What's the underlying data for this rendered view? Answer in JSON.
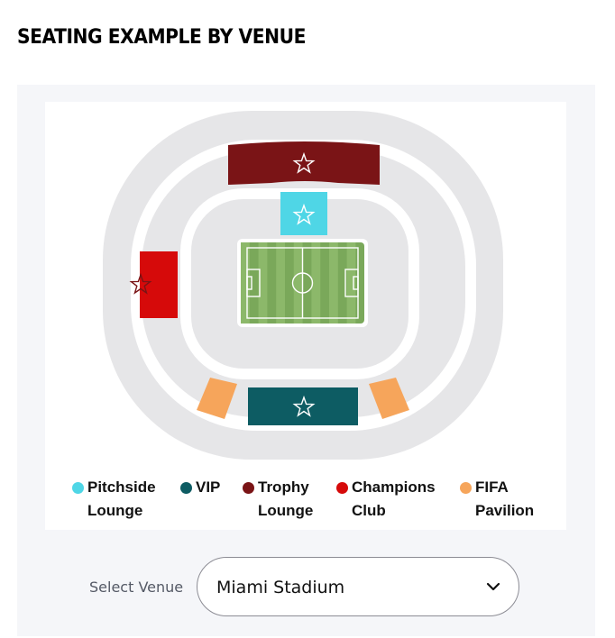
{
  "page": {
    "title": "SEATING EXAMPLE BY VENUE"
  },
  "seating_map": {
    "zones": [
      {
        "id": "trophy-lounge",
        "name": "Trophy Lounge",
        "color": "#7a1416",
        "icon": "star-icon"
      },
      {
        "id": "pitchside-lounge",
        "name": "Pitchside Lounge",
        "color": "#4fd6e6",
        "icon": "star-icon"
      },
      {
        "id": "champions-club",
        "name": "Champions Club",
        "color": "#d60a0a",
        "icon": "star-icon"
      },
      {
        "id": "vip",
        "name": "VIP",
        "color": "#0d5c63",
        "icon": "star-icon"
      },
      {
        "id": "fifa-pavilion",
        "name": "FIFA Pavilion",
        "color": "#f6a55b"
      }
    ],
    "colors": {
      "outer_ring": "#e6e6e8",
      "gap": "#ffffff",
      "pitch": "#7aa85a",
      "pitch_stripe": "#8cb86a"
    }
  },
  "legend": [
    {
      "line1": "Pitchside",
      "line2": "Lounge",
      "color": "#4fd6e6"
    },
    {
      "line1": "VIP",
      "line2": "",
      "color": "#0d5c63"
    },
    {
      "line1": "Trophy",
      "line2": "Lounge",
      "color": "#7a1416"
    },
    {
      "line1": "Champions",
      "line2": "Club",
      "color": "#d60a0a"
    },
    {
      "line1": "FIFA",
      "line2": "Pavilion",
      "color": "#f6a55b"
    }
  ],
  "venue_select": {
    "label": "Select Venue",
    "selected": "Miami Stadium",
    "icon": "chevron-down-icon"
  }
}
